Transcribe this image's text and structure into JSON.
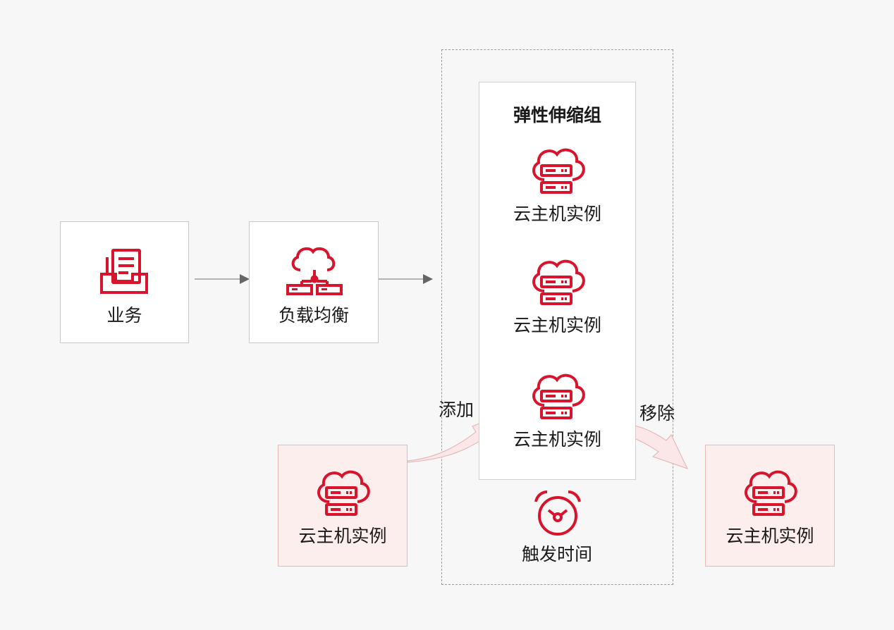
{
  "colors": {
    "accent": "#d7142b",
    "pink_fill": "#fdeeee",
    "arrow_gray": "#666666"
  },
  "nodes": {
    "business": {
      "label": "业务",
      "icon": "inbox-document-icon"
    },
    "load_balancer": {
      "label": "负载均衡",
      "icon": "cloud-network-icon"
    },
    "scaling_group": {
      "title": "弹性伸缩组",
      "instances": [
        {
          "label": "云主机实例",
          "icon": "cloud-server-icon"
        },
        {
          "label": "云主机实例",
          "icon": "cloud-server-icon"
        },
        {
          "label": "云主机实例",
          "icon": "cloud-server-icon"
        }
      ]
    },
    "trigger": {
      "label": "触发时间",
      "icon": "alarm-clock-icon"
    },
    "added_instance": {
      "label": "云主机实例",
      "icon": "cloud-server-icon"
    },
    "removed_instance": {
      "label": "云主机实例",
      "icon": "cloud-server-icon"
    }
  },
  "edges": {
    "add_label": "添加",
    "remove_label": "移除"
  }
}
